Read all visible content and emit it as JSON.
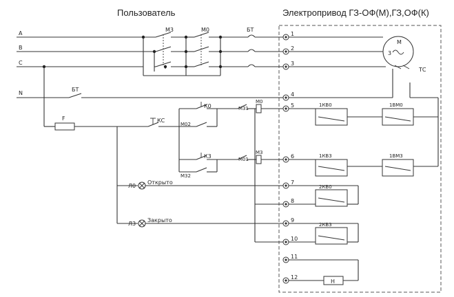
{
  "header": {
    "left_title": "Пользователь",
    "right_title": "Электропривод ГЗ-ОФ(М),ГЗ,ОФ(К)"
  },
  "lines": [
    "A",
    "B",
    "C",
    "N"
  ],
  "labels": {
    "m3": "М3",
    "m0": "М0",
    "bt": "БТ",
    "motor": "М",
    "motor_num": "3",
    "tc": "ТС",
    "fuse": "F",
    "kc": "КС",
    "k0": "К0",
    "k3": "К3",
    "m02": "М02",
    "m32": "М32",
    "m31": "М31",
    "m01": "М01",
    "coil_m0": "М0",
    "coil_m3": "М3",
    "kv0_1": "1КВ0",
    "vm0_1": "1ВМ0",
    "kv3_1": "1КВ3",
    "vm3_1": "1ВМ3",
    "kv0_2": "2КВ0",
    "kv3_2": "2КВ3",
    "h": "Н",
    "l0": "Л0",
    "l3": "Л3",
    "open": "Открыто",
    "closed": "Закрыто"
  },
  "terminals": [
    "1",
    "2",
    "3",
    "4",
    "5",
    "6",
    "7",
    "8",
    "9",
    "10",
    "11",
    "12"
  ]
}
